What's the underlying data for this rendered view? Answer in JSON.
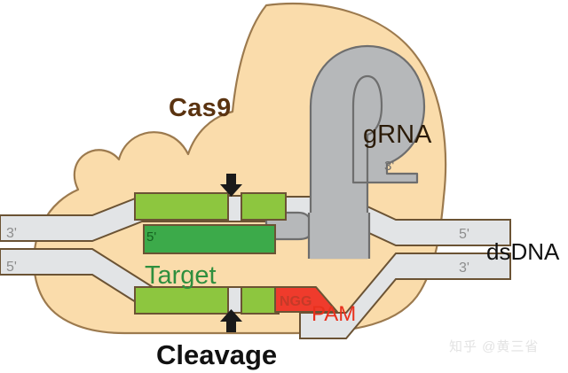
{
  "figure": {
    "title": "CRISPR-Cas9 target recognition and cleavage schematic",
    "labels": {
      "cas9": "Cas9",
      "grna": "gRNA",
      "grna_end": "3'",
      "dsdna": "dsDNA",
      "target": "Target",
      "target_end": "5'",
      "cleavage": "Cleavage",
      "pam": "PAM",
      "pam_sequence": "NGG",
      "dna_left_top_end": "3'",
      "dna_left_bottom_end": "5'",
      "dna_right_top_end": "5'",
      "dna_right_bottom_end": "3'"
    },
    "watermark": "知乎 @黄三省",
    "colors": {
      "background": "#ffffff",
      "cas9_body": "#fadcab",
      "cas9_outline": "#9c7a4e",
      "dna_strand": "#e2e4e6",
      "dna_outline": "#6b5334",
      "grna_gray": "#b6b8ba",
      "grna_outline": "#6e6e6e",
      "target_light_green": "#8dc63f",
      "target_dark_green": "#3caa4a",
      "green_outline": "#6b5334",
      "pam_red": "#ef3b2c",
      "cas9_text": "#5a3310",
      "target_text": "#2f8f3e",
      "pam_text": "#e8301d",
      "black_text": "#111111",
      "end_label_gray": "#8d8d8d",
      "arrow_black": "#1a1a1a",
      "watermark_gray": "#e3e3e3"
    },
    "elements": {
      "cleavage_arrow_top": "down-arrow",
      "cleavage_arrow_bottom": "up-arrow",
      "grna_shape": "stem-loop"
    }
  }
}
